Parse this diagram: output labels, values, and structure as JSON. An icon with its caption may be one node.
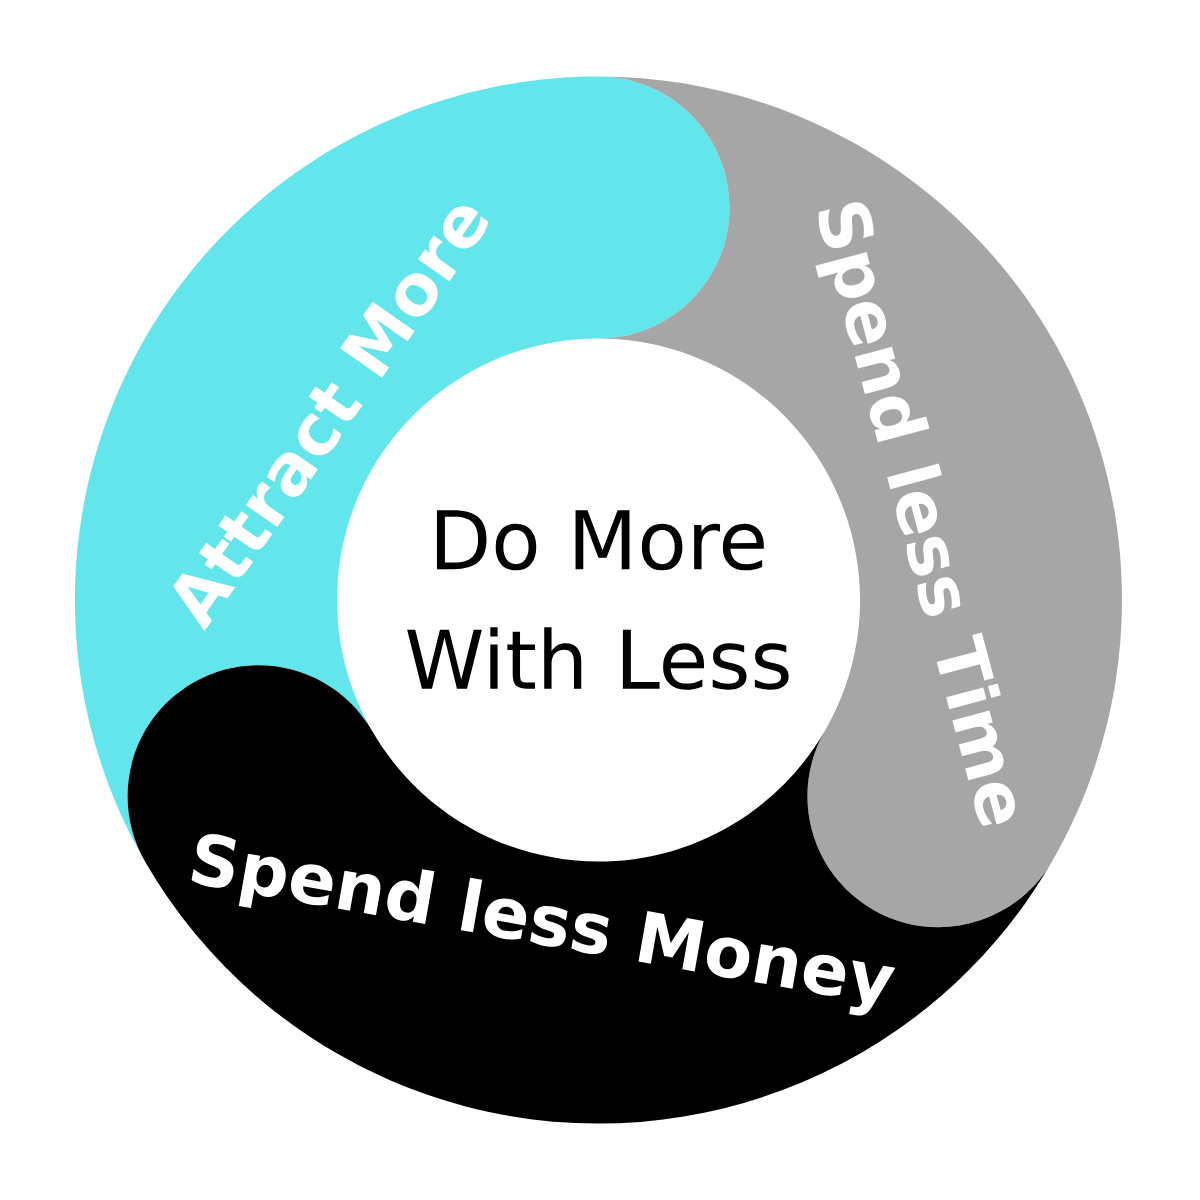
{
  "diagram": {
    "nodes": [
      {
        "text": [
          "Do More With Less"
        ]
      },
      {
        "text": [
          "Attract More"
        ]
      },
      {
        "text": [
          "Spend less Time"
        ]
      },
      {
        "text": [
          "Spend less Money"
        ]
      }
    ]
  }
}
